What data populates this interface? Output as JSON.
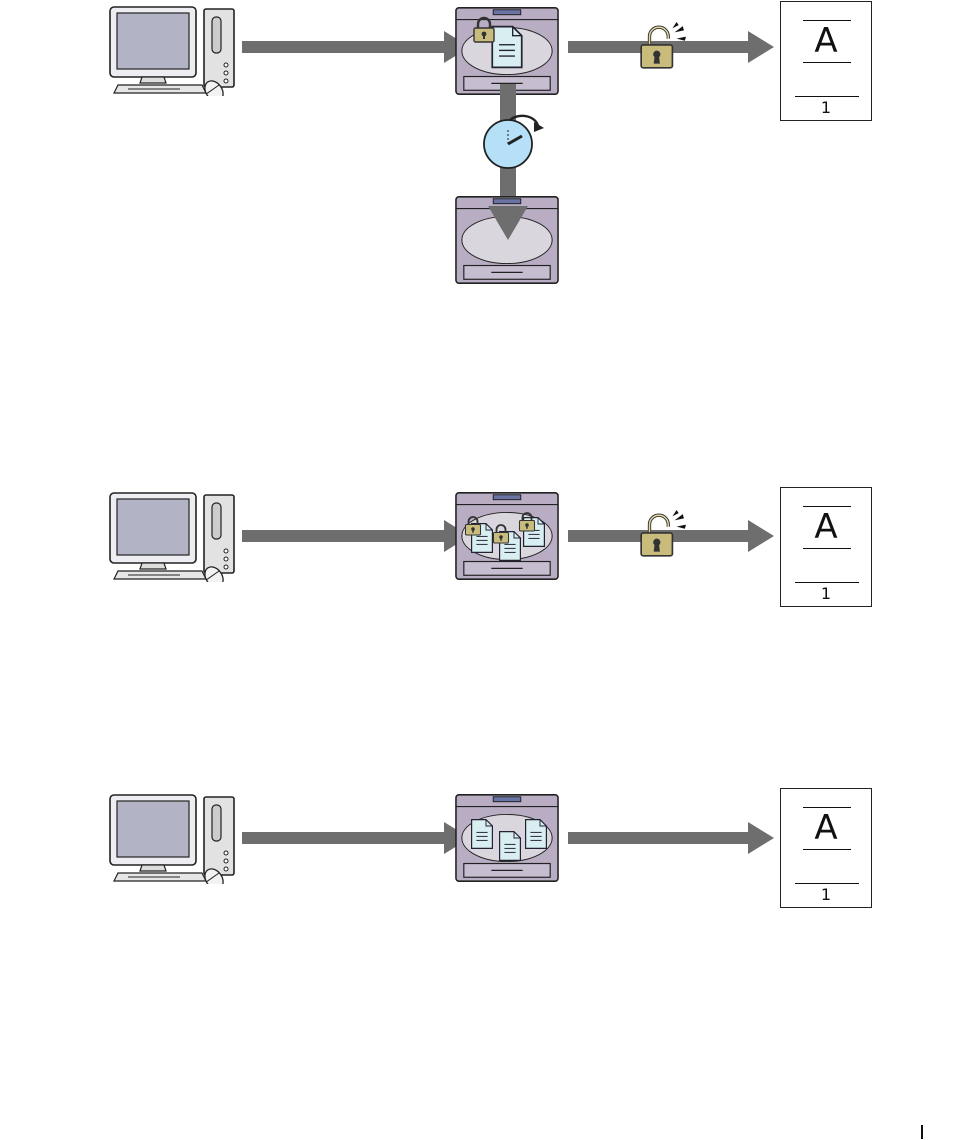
{
  "colors": {
    "arrow": "#6e6e6e",
    "printer_body": "#b8adc2",
    "printer_tray": "#d9d4de",
    "monitor_screen": "#b3b3c6",
    "document": "#d8eef0",
    "lock": "#c8bb7c",
    "clock": "#b6e0f7"
  },
  "diagrams": [
    {
      "output_page": {
        "letter": "A",
        "number": "1"
      }
    },
    {
      "output_page": {
        "letter": "A",
        "number": "1"
      }
    },
    {
      "output_page": {
        "letter": "A",
        "number": "1"
      }
    }
  ],
  "icons": [
    "computer-icon",
    "printer-icon",
    "padlock-icon",
    "open-padlock-icon",
    "clock-icon",
    "document-icon"
  ]
}
